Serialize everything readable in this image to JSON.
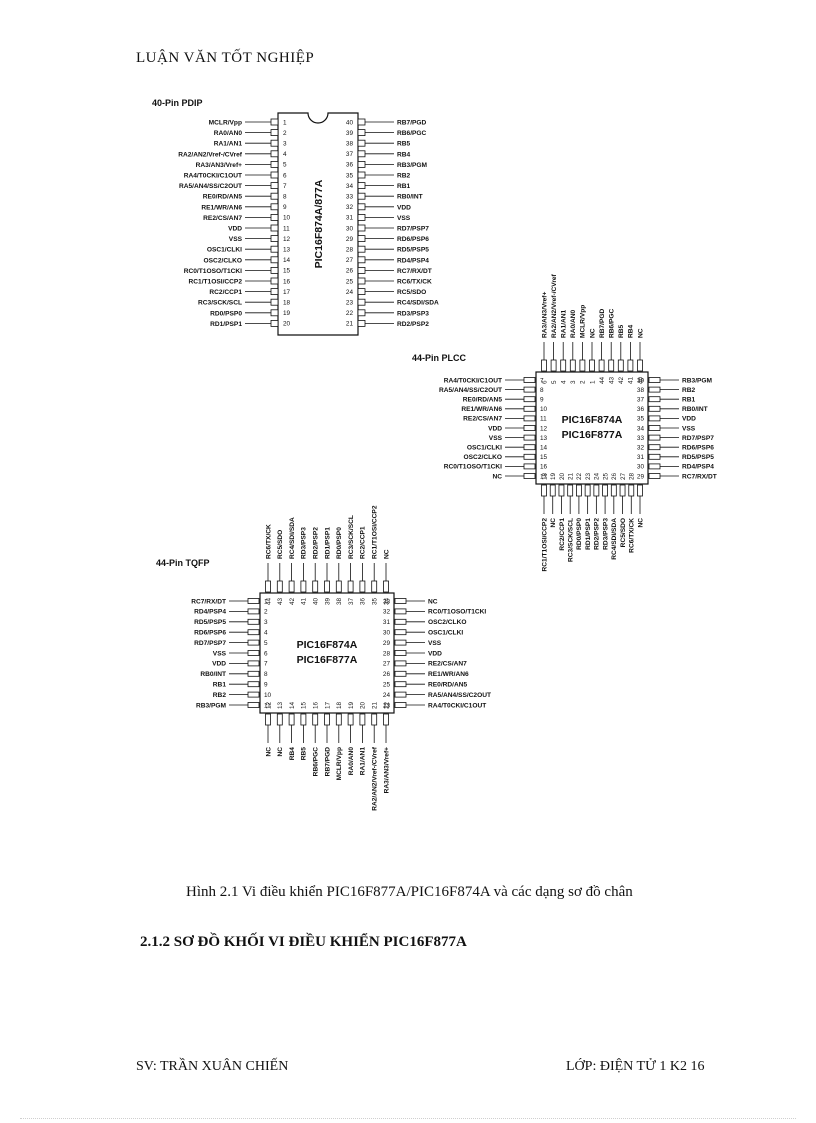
{
  "header": {
    "title": "LUẬN VĂN TỐT NGHIỆP"
  },
  "figure": {
    "caption": "Hình 2.1 Vi điều khiển PIC16F877A/PIC16F874A và các dạng sơ đồ chân",
    "pdip": {
      "title": "40-Pin PDIP",
      "chip": "PIC16F874A/877A",
      "left_pins": [
        "MCLR/Vpp",
        "RA0/AN0",
        "RA1/AN1",
        "RA2/AN2/Vref-/CVref",
        "RA3/AN3/Vref+",
        "RA4/T0CKI/C1OUT",
        "RA5/AN4/SS/C2OUT",
        "RE0/RD/AN5",
        "RE1/WR/AN6",
        "RE2/CS/AN7",
        "VDD",
        "VSS",
        "OSC1/CLKI",
        "OSC2/CLKO",
        "RC0/T1OSO/T1CKI",
        "RC1/T1OSI/CCP2",
        "RC2/CCP1",
        "RC3/SCK/SCL",
        "RD0/PSP0",
        "RD1/PSP1"
      ],
      "right_pins": [
        "RB7/PGD",
        "RB6/PGC",
        "RB5",
        "RB4",
        "RB3/PGM",
        "RB2",
        "RB1",
        "RB0/INT",
        "VDD",
        "VSS",
        "RD7/PSP7",
        "RD6/PSP6",
        "RD5/PSP5",
        "RD4/PSP4",
        "RC7/RX/DT",
        "RC6/TX/CK",
        "RC5/SDO",
        "RC4/SDI/SDA",
        "RD3/PSP3",
        "RD2/PSP2"
      ]
    },
    "plcc": {
      "title": "44-Pin PLCC",
      "chip_line1": "PIC16F874A",
      "chip_line2": "PIC16F877A",
      "left_pins": [
        "RA4/T0CKI/C1OUT",
        "RA5/AN4/SS/C2OUT",
        "RE0/RD/AN5",
        "RE1/WR/AN6",
        "RE2/CS/AN7",
        "VDD",
        "VSS",
        "OSC1/CLKI",
        "OSC2/CLKO",
        "RC0/T1OSO/T1CKI",
        "NC"
      ],
      "left_nums": [
        "7",
        "8",
        "9",
        "10",
        "11",
        "12",
        "13",
        "14",
        "15",
        "16",
        "17"
      ],
      "right_pins": [
        "RB3/PGM",
        "RB2",
        "RB1",
        "RB0/INT",
        "VDD",
        "VSS",
        "RD7/PSP7",
        "RD6/PSP6",
        "RD5/PSP5",
        "RD4/PSP4",
        "RC7/RX/DT"
      ],
      "right_nums": [
        "39",
        "38",
        "37",
        "36",
        "35",
        "34",
        "33",
        "32",
        "31",
        "30",
        "29"
      ],
      "top_pins": [
        "RA3/AN3/Vref+",
        "RA2/AN2/Vref-/CVref",
        "RA1/AN1",
        "RA0/AN0",
        "MCLR/Vpp",
        "NC",
        "RB7/PGD",
        "RB6/PGC",
        "RB5",
        "RB4",
        "NC"
      ],
      "top_nums": [
        "6",
        "5",
        "4",
        "3",
        "2",
        "1",
        "44",
        "43",
        "42",
        "41",
        "40"
      ],
      "bottom_pins": [
        "RC1/T1OSI/CCP2",
        "NC",
        "RC2/CCP1",
        "RC3/SCK/SCL",
        "RD0/PSP0",
        "RD1/PSP1",
        "RD2/PSP2",
        "RD3/PSP3",
        "RC4/SDI/SDA",
        "RC5/SDO",
        "RC6/TX/CK",
        "NC"
      ],
      "bottom_nums": [
        "18",
        "19",
        "20",
        "21",
        "22",
        "23",
        "24",
        "25",
        "26",
        "27",
        "28"
      ]
    },
    "tqfp": {
      "title": "44-Pin TQFP",
      "chip_line1": "PIC16F874A",
      "chip_line2": "PIC16F877A",
      "left_pins": [
        "RC7/RX/DT",
        "RD4/PSP4",
        "RD5/PSP5",
        "RD6/PSP6",
        "RD7/PSP7",
        "VSS",
        "VDD",
        "RB0/INT",
        "RB1",
        "RB2",
        "RB3/PGM"
      ],
      "left_nums": [
        "1",
        "2",
        "3",
        "4",
        "5",
        "6",
        "7",
        "8",
        "9",
        "10",
        "11"
      ],
      "right_pins": [
        "NC",
        "RC0/T1OSO/T1CKI",
        "OSC2/CLKO",
        "OSC1/CLKI",
        "VSS",
        "VDD",
        "RE2/CS/AN7",
        "RE1/WR/AN6",
        "RE0/RD/AN5",
        "RA5/AN4/SS/C2OUT",
        "RA4/T0CKI/C1OUT"
      ],
      "right_nums": [
        "33",
        "32",
        "31",
        "30",
        "29",
        "28",
        "27",
        "26",
        "25",
        "24",
        "23"
      ],
      "top_pins": [
        "RC6/TX/CK",
        "RC5/SDO",
        "RC4/SDI/SDA",
        "RD3/PSP3",
        "RD2/PSP2",
        "RD1/PSP1",
        "RD0/PSP0",
        "RC3/SCK/SCL",
        "RC2/CCP1",
        "RC1/T1OSI/CCP2",
        "NC"
      ],
      "top_nums": [
        "44",
        "43",
        "42",
        "41",
        "40",
        "39",
        "38",
        "37",
        "36",
        "35",
        "34"
      ],
      "bottom_pins": [
        "NC",
        "NC",
        "RB4",
        "RB5",
        "RB6/PGC",
        "RB7/PGD",
        "MCLR/Vpp",
        "RA0/AN0",
        "RA1/AN1",
        "RA2/AN2/Vref-/CVref",
        "RA3/AN3/Vref+"
      ],
      "bottom_nums": [
        "12",
        "13",
        "14",
        "15",
        "16",
        "17",
        "18",
        "19",
        "20",
        "21",
        "22"
      ]
    }
  },
  "section": {
    "heading": "2.1.2   SƠ ĐỒ KHỐI  VI ĐIỀU KHIỂN  PIC16F877A"
  },
  "footer": {
    "student": "SV: TRẦN XUÂN CHIẾN",
    "class_page": "LỚP: ĐIỆN TỬ 1 K2   16"
  }
}
